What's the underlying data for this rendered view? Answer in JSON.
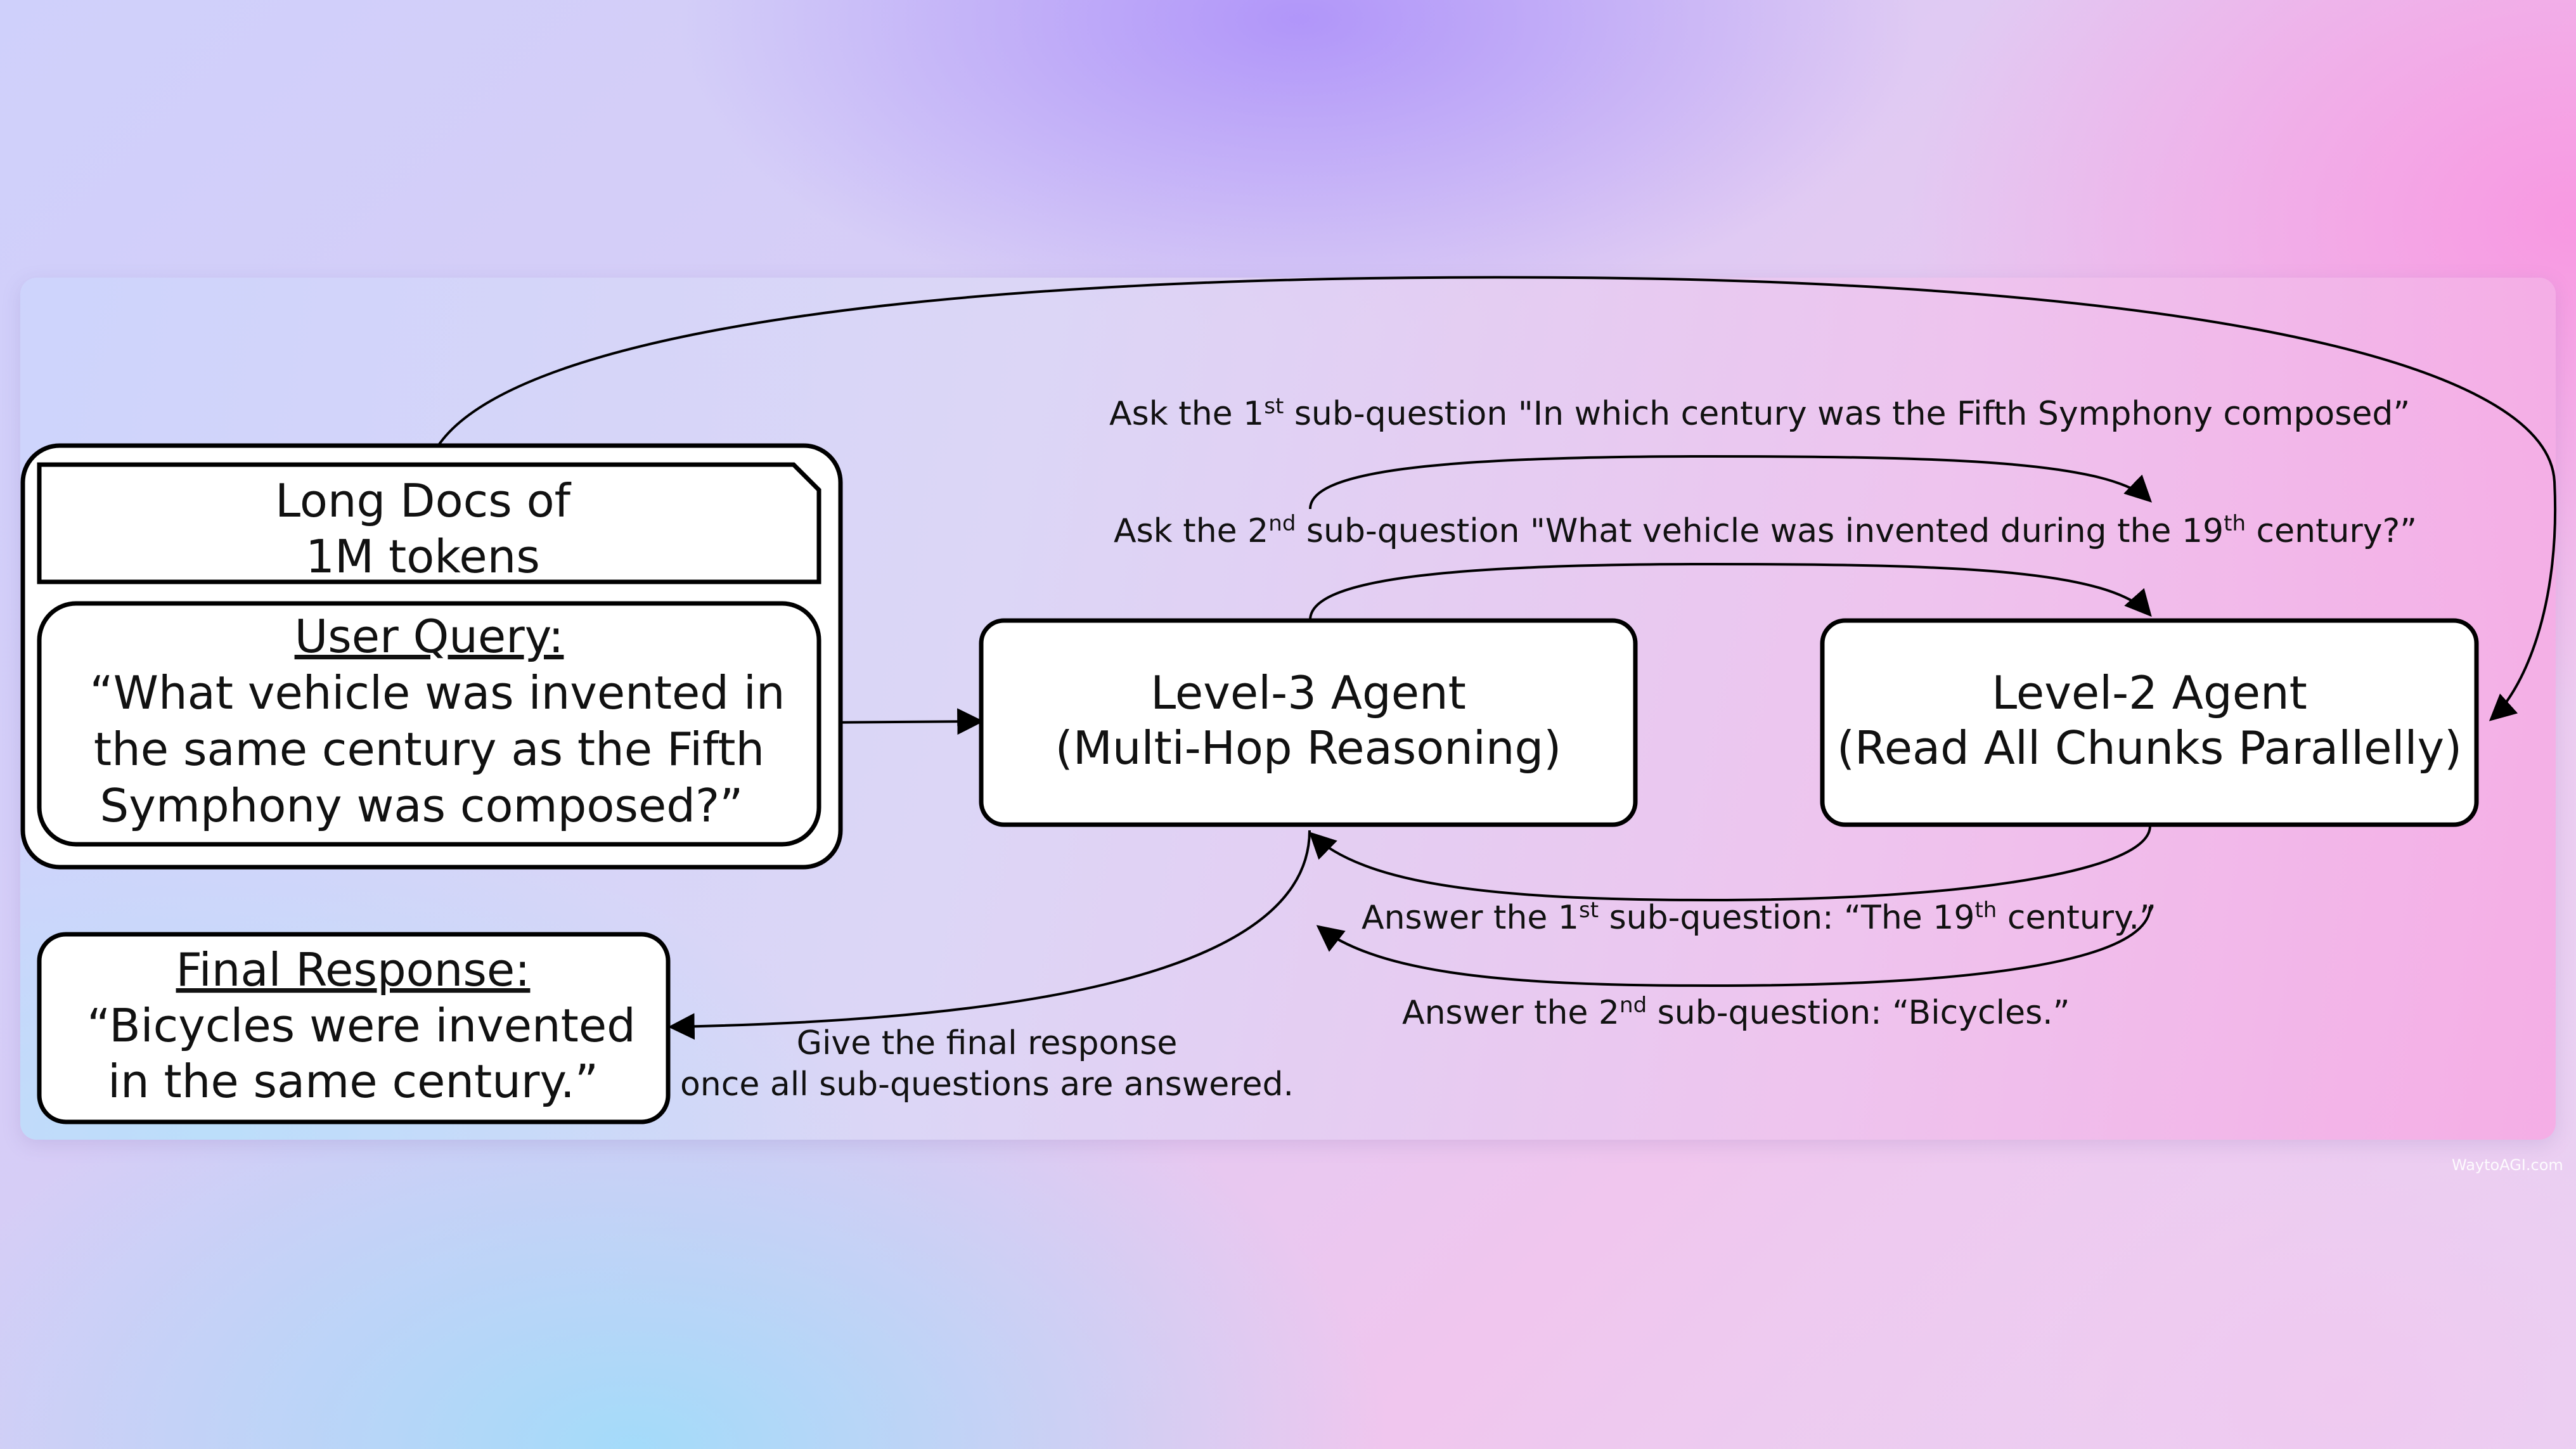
{
  "nodes": {
    "long_docs": {
      "line1": "Long Docs of",
      "line2": "1M tokens"
    },
    "user_query": {
      "title": "User Query:",
      "line1": "“What vehicle was invented in",
      "line2": "the same century as the Fifth",
      "line3": "Symphony was composed?”"
    },
    "level3": {
      "line1": "Level-3 Agent",
      "line2": "(Multi-Hop Reasoning)"
    },
    "level2": {
      "line1": "Level-2 Agent",
      "line2": "(Read All Chunks Parallelly)"
    },
    "final_response": {
      "title": "Final Response:",
      "line1": "“Bicycles were invented",
      "line2": "in the same century.”"
    }
  },
  "edges": {
    "ask1": {
      "pre": "Ask the 1",
      "sup": "st",
      "post": " sub-question \"In which century was the Fifth Symphony composed”"
    },
    "ask2": {
      "pre": "Ask the 2",
      "sup": "nd",
      "mid": " sub-question \"What vehicle was invented during the 19",
      "sup2": "th",
      "post": " century?”"
    },
    "answer1": {
      "pre": "Answer the 1",
      "sup": "st",
      "mid": " sub-question:  “The 19",
      "sup2": "th",
      "post": " century.”"
    },
    "answer2": {
      "pre": "Answer the 2",
      "sup": "nd",
      "post": " sub-question:  “Bicycles.”"
    },
    "final": {
      "line1": "Give the final response",
      "line2": "once all sub-questions are answered."
    }
  },
  "watermark": "WaytoAGI.com"
}
